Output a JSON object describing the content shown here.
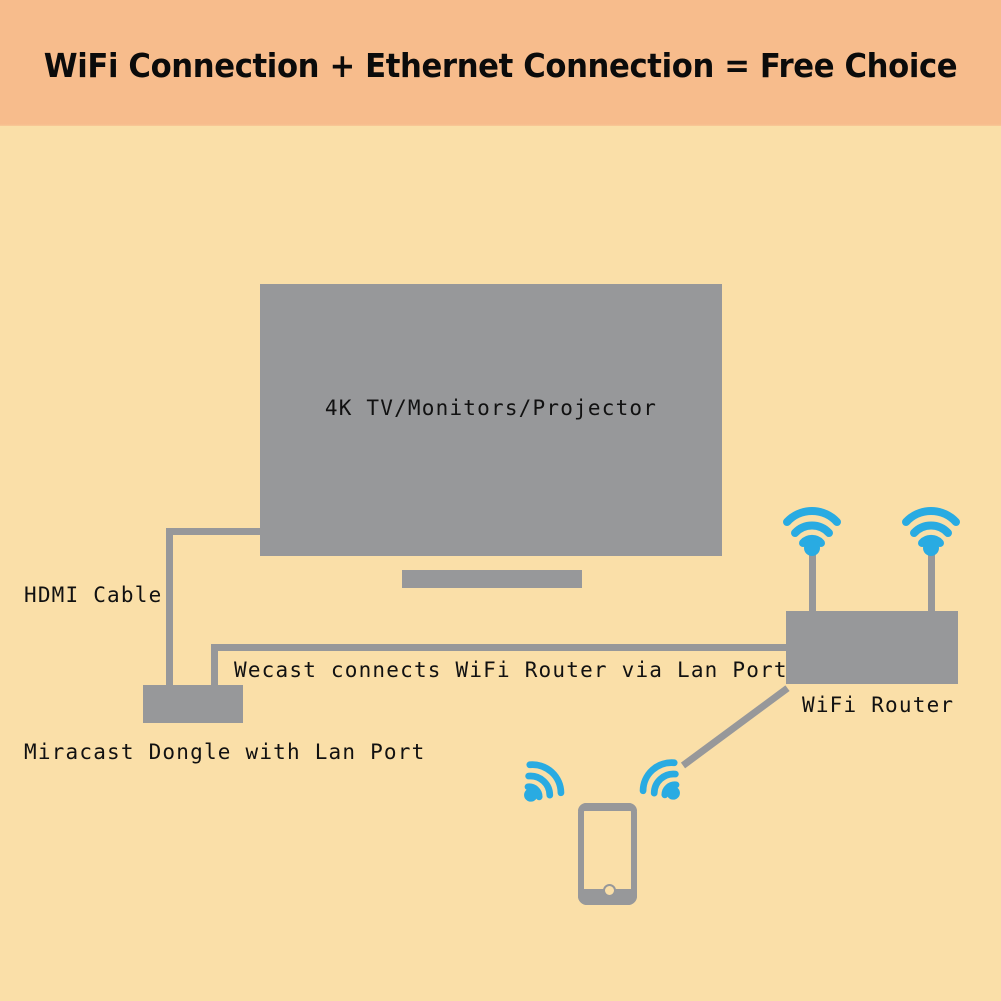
{
  "header": {
    "title": "WiFi Connection + Ethernet Connection = Free Choice",
    "background_color": "#F7BC8C"
  },
  "canvas": {
    "background_color": "#FADFA8",
    "shape_color": "#97989A",
    "wifi_color": "#29ABE2",
    "text_color": "#111111"
  },
  "diagram": {
    "tv": {
      "label": "4K TV/Monitors/Projector",
      "stand_name": "tv-stand"
    },
    "dongle": {
      "label": "Miracast Dongle with Lan Port"
    },
    "router": {
      "label": "WiFi Router",
      "antenna_count": 2
    },
    "phone": {
      "name": "smartphone",
      "wifi_signal_count": 2
    },
    "cables": {
      "hdmi_label": "HDMI Cable",
      "lan_label": "Wecast connects WiFi Router via Lan Port"
    },
    "icons": {
      "wifi": "wifi-signal-icon",
      "phone": "smartphone-icon"
    }
  }
}
